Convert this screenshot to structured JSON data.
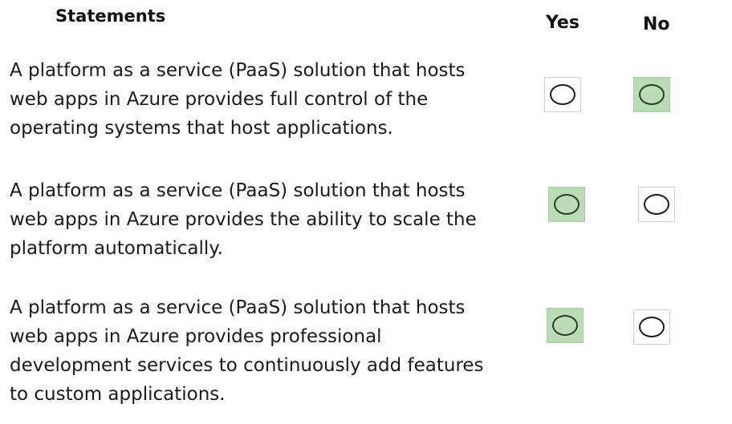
{
  "headers": {
    "statements": "Statements",
    "yes": "Yes",
    "no": "No"
  },
  "statements": [
    {
      "lines": [
        "A platform as a service (PaaS) solution that hosts",
        "web apps in Azure provides full control of the",
        "operating systems that host applications."
      ],
      "selected": "No"
    },
    {
      "lines": [
        "A platform as a service (PaaS) solution that hosts",
        "web apps in Azure provides the ability to scale the",
        "platform automatically."
      ],
      "selected": "Yes"
    },
    {
      "lines": [
        "A platform as a service (PaaS) solution that hosts",
        "web apps in Azure provides professional",
        "development services to continuously add features",
        "to custom applications."
      ],
      "selected": "Yes"
    }
  ],
  "colors": {
    "selected_fill": "#b9dcb5",
    "text": "#1a1a1a"
  }
}
